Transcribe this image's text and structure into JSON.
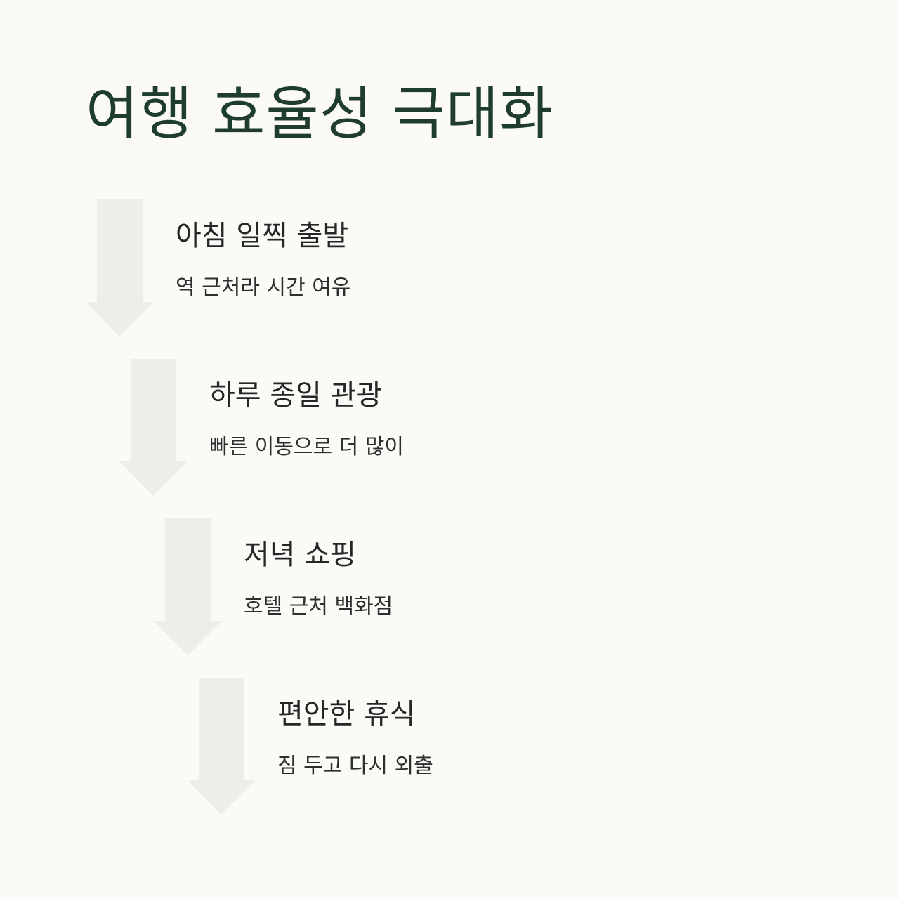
{
  "title": "여행 효율성 극대화",
  "colors": {
    "title": "#1f3d2e",
    "arrow": "#efede7",
    "background": "#fbfaf6",
    "text": "#262626"
  },
  "steps": [
    {
      "heading": "아침 일찍 출발",
      "description": "역 근처라 시간 여유"
    },
    {
      "heading": "하루 종일 관광",
      "description": "빠른 이동으로 더 많이"
    },
    {
      "heading": "저녁 쇼핑",
      "description": "호텔 근처 백화점"
    },
    {
      "heading": "편안한 휴식",
      "description": "짐 두고 다시 외출"
    }
  ]
}
